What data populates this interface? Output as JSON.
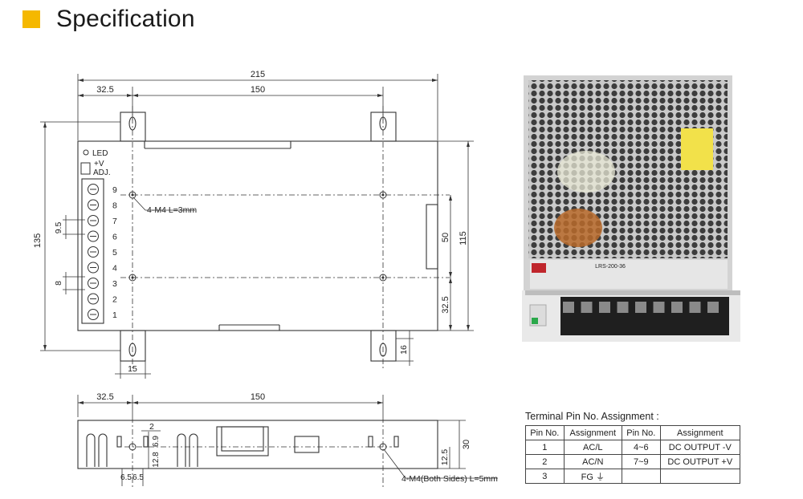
{
  "header": {
    "title": "Specification"
  },
  "top_view": {
    "dim_overall_width": "215",
    "dim_left_offset": "32.5",
    "dim_hole_spacing": "150",
    "dim_height": "135",
    "dim_body_height": "115",
    "dim_hole_v_spacing": "50",
    "dim_bottom_offset": "32.5",
    "dim_tab": "16",
    "dim_tab_width": "15",
    "dim_pitch": "9.5",
    "dim_terminal": "8",
    "led_label": "LED",
    "adj_label_1": "+V",
    "adj_label_2": "ADJ.",
    "screw_callout": "4-M4 L=3mm",
    "terminal_numbers": [
      "9",
      "8",
      "7",
      "6",
      "5",
      "4",
      "3",
      "2",
      "1"
    ]
  },
  "side_view": {
    "dim_left_offset": "32.5",
    "dim_hole_spacing": "150",
    "dim_height": "30",
    "dim_hole_height": "12.5",
    "dim_a": "2",
    "dim_b": "6.9",
    "dim_c": "12.8",
    "dim_d": "6.5",
    "dim_e": "6.5",
    "screw_callout": "4-M4(Both Sides) L=5mm"
  },
  "product": {
    "model": "LRS-200-36"
  },
  "terminal_table": {
    "title": "Terminal Pin No. Assignment :",
    "headers": [
      "Pin No.",
      "Assignment",
      "Pin No.",
      "Assignment"
    ],
    "rows": [
      [
        "1",
        "AC/L",
        "4~6",
        "DC OUTPUT -V"
      ],
      [
        "2",
        "AC/N",
        "7~9",
        "DC OUTPUT +V"
      ],
      [
        "3",
        "FG ⏚",
        "",
        ""
      ]
    ]
  }
}
